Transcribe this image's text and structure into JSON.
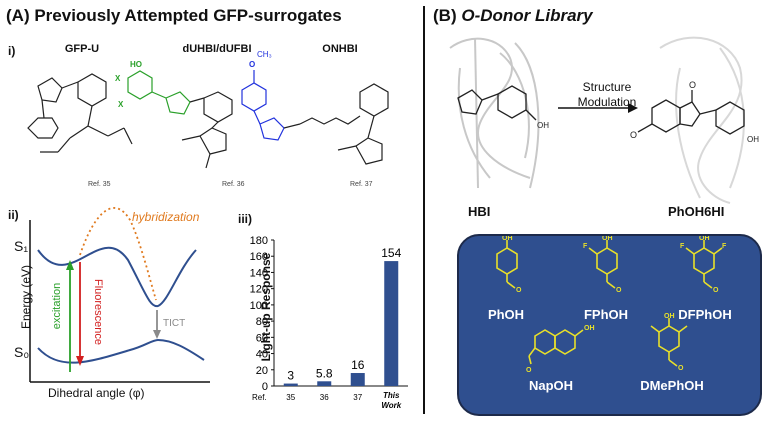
{
  "panel_a": {
    "title_prefix": "(A)",
    "title_text": "Previously Attempted GFP-surrogates",
    "sub_i": "i)",
    "sub_ii": "ii)",
    "sub_iii": "iii)",
    "molecules": [
      {
        "name": "GFP-U",
        "ref": "Ref. 35"
      },
      {
        "name": "dUHBI/dUFBI",
        "ref": "Ref. 36"
      },
      {
        "name": "ONHBI",
        "ref": "Ref. 37"
      }
    ],
    "mol_substituents": {
      "x": "X",
      "ho": "HO",
      "methoxy": "O",
      "ch3": "CH₃"
    }
  },
  "panel_b": {
    "title_prefix": "(B)",
    "title_text": "O-Donor Library",
    "arrow_label_1": "Structure",
    "arrow_label_2": "Modulation",
    "left_molecule": "HBI",
    "right_molecule": "PhOH6HI",
    "library": [
      "PhOH",
      "FPhOH",
      "DFPhOH",
      "NapOH",
      "DMePhOH"
    ]
  },
  "energy_diagram": {
    "ylabel": "Energy (eV)",
    "xlabel": "Dihedral angle (φ)",
    "s1_label": "S₁",
    "s0_label": "S₀",
    "hybridization": "hybridization",
    "excitation": "excitation",
    "fluorescence": "Fluorescence",
    "tict": "TICT",
    "colors": {
      "hybridization": "#e07a1f",
      "excitation": "#2aa02a",
      "fluorescence": "#d21f1f",
      "tict": "#8a8a8a",
      "curve": "#2f4f8f"
    }
  },
  "chart_data": {
    "type": "bar",
    "ylabel": "Light-up Response",
    "categories": [
      "35",
      "36",
      "37",
      "This Work"
    ],
    "category_axis_label": "Ref.",
    "values": [
      3,
      5.8,
      16,
      154
    ],
    "value_labels": [
      "3",
      "5.8",
      "16",
      "154"
    ],
    "yticks": [
      "0",
      "20",
      "40",
      "60",
      "80",
      "100",
      "120",
      "140",
      "160",
      "180"
    ],
    "ylim": [
      0,
      180
    ],
    "color": "#2f4f8f"
  }
}
